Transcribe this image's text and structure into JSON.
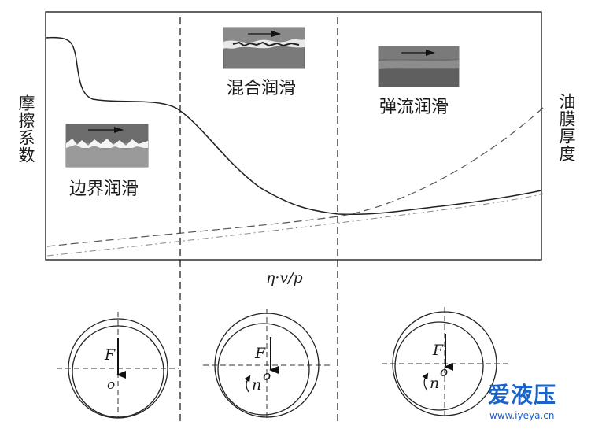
{
  "axes": {
    "y_left_label": "摩擦系数",
    "y_right_label": "油膜厚度",
    "x_label": "η·v/p"
  },
  "regimes": [
    {
      "label": "边界润滑"
    },
    {
      "label": "混合润滑"
    },
    {
      "label": "弹流润滑"
    }
  ],
  "bearings": [
    {
      "force": "F",
      "origin": "o",
      "rotation": ""
    },
    {
      "force": "F",
      "origin": "o",
      "rotation": "n"
    },
    {
      "force": "F",
      "origin": "o",
      "rotation": "n"
    }
  ],
  "watermark": {
    "brand": "爱液压",
    "url": "www.iyeya.cn",
    "color": "#1a63c9"
  }
}
